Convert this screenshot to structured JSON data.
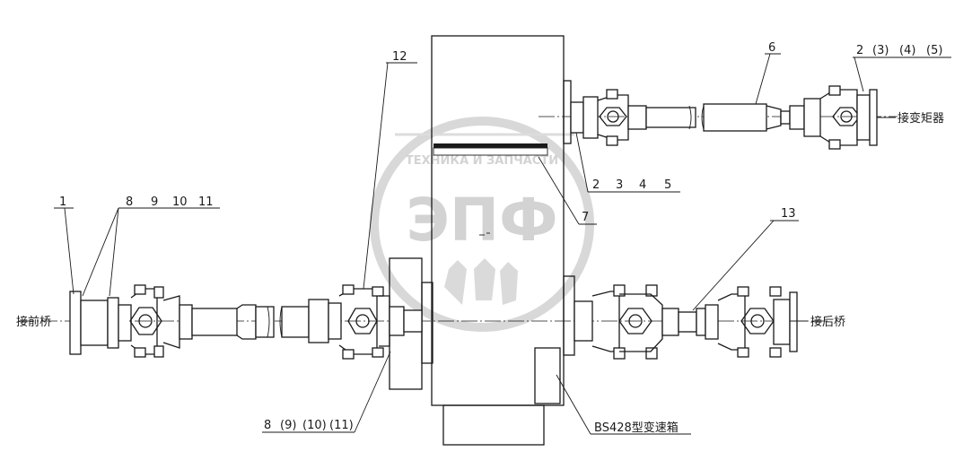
{
  "labels": {
    "front_axle": "接前桥",
    "rear_axle": "接后桥",
    "torque_converter": "接变矩器",
    "gearbox": "BS428型变速箱"
  },
  "callouts": {
    "c1": "1",
    "c6": "6",
    "c7": "7",
    "c12": "12",
    "c13": "13",
    "seq_left": [
      "8",
      "9",
      "10",
      "11"
    ],
    "seq_bottom": [
      "8",
      "(9)",
      "(10)",
      "(11)"
    ],
    "seq_top_right": [
      "2",
      "(3)",
      "(4)",
      "(5)"
    ],
    "seq_mid": [
      "2",
      "3",
      "4",
      "5"
    ]
  },
  "watermark": {
    "top": "ТЕХНИКА И ЗАПЧАСТИ",
    "main": "ЭПФ"
  }
}
